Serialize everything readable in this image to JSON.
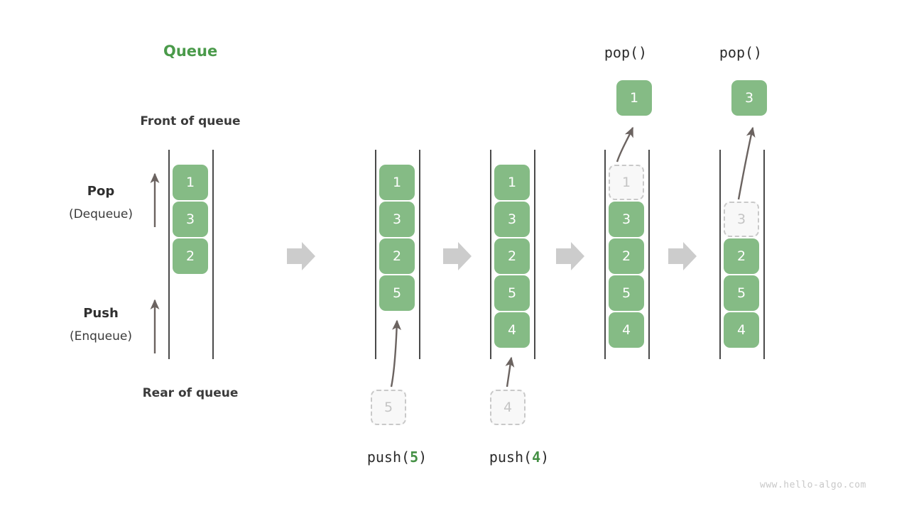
{
  "title": "Queue",
  "labels": {
    "front_of_queue": "Front of queue",
    "rear_of_queue": "Rear of queue",
    "pop_bold": "Pop",
    "pop_sub": "(Dequeue)",
    "push_bold": "Push",
    "push_sub": "(Enqueue)"
  },
  "colors": {
    "cell_fill": "#85bb85",
    "cell_text": "#ffffff",
    "ghost_fill": "#f8f8f8",
    "ghost_border": "#c9c9c9",
    "ghost_text": "#c4c4c4",
    "rail": "#4a4a4a",
    "title_green": "#4a9a4a",
    "accent_green": "#459045",
    "transition_arrow": "#cccccc",
    "pointer_arrow": "#6b6360",
    "watermark": "#c8c8c8"
  },
  "columns": [
    {
      "id": "initial",
      "cells": [
        "1",
        "3",
        "2"
      ],
      "ghost_index": -1,
      "incoming": null,
      "popped": null,
      "op_label_prefix": null,
      "op_label_arg": null,
      "op_label_suffix": null,
      "top_label": null
    },
    {
      "id": "push-5",
      "cells": [
        "1",
        "3",
        "2",
        "5"
      ],
      "ghost_index": -1,
      "incoming": "5",
      "popped": null,
      "op_label_prefix": "push(",
      "op_label_arg": "5",
      "op_label_suffix": ")",
      "top_label": null
    },
    {
      "id": "push-4",
      "cells": [
        "1",
        "3",
        "2",
        "5",
        "4"
      ],
      "ghost_index": -1,
      "incoming": "4",
      "popped": null,
      "op_label_prefix": "push(",
      "op_label_arg": "4",
      "op_label_suffix": ")",
      "top_label": null
    },
    {
      "id": "pop-1",
      "cells": [
        "1",
        "3",
        "2",
        "5",
        "4"
      ],
      "ghost_index": 0,
      "incoming": null,
      "popped": "1",
      "op_label_prefix": null,
      "op_label_arg": null,
      "op_label_suffix": null,
      "top_label": "pop()"
    },
    {
      "id": "pop-3",
      "cells": [
        "3",
        "2",
        "5",
        "4"
      ],
      "ghost_index": 0,
      "incoming": null,
      "popped": "3",
      "op_label_prefix": null,
      "op_label_arg": null,
      "op_label_suffix": null,
      "top_label": "pop()"
    }
  ],
  "transitions": [
    "arrow-right",
    "arrow-right",
    "arrow-right",
    "arrow-right"
  ],
  "watermark": "www.hello-algo.com"
}
